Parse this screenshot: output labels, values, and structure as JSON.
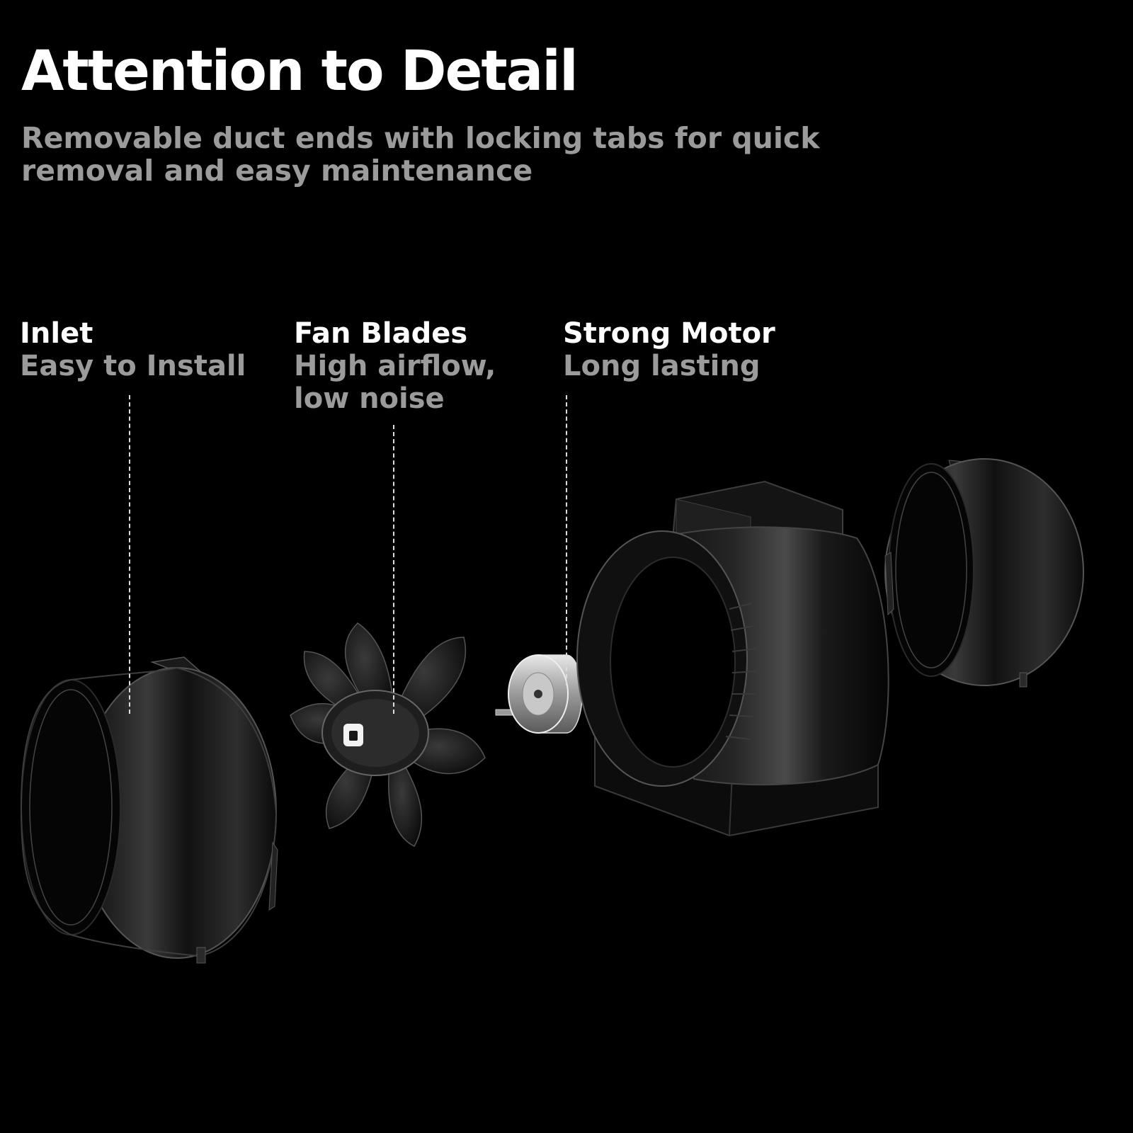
{
  "header": {
    "title": "Attention to Detail",
    "subtitle": "Removable duct ends with locking tabs for quick removal and easy maintenance"
  },
  "callouts": [
    {
      "title": "Inlet",
      "description": "Easy to Install"
    },
    {
      "title": "Fan Blades",
      "description": "High airflow, low noise"
    },
    {
      "title": "Strong Motor",
      "description": "Long lasting"
    }
  ],
  "colors": {
    "background": "#000000",
    "title": "#ffffff",
    "subtitle": "#9b9b9b",
    "leader_line": "#dddddd"
  }
}
